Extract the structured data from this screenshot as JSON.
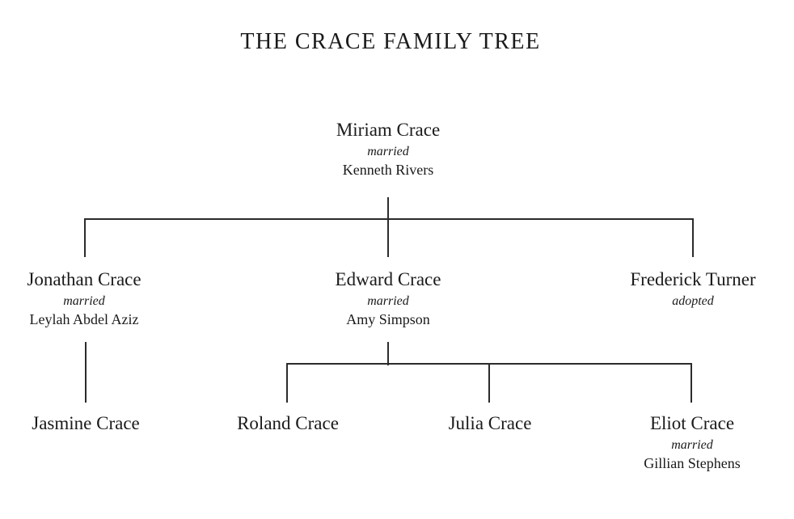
{
  "title": "THE CRACE FAMILY TREE",
  "nodes": {
    "miriam": {
      "name": "Miriam Crace",
      "relation": "married",
      "spouse": "Kenneth Rivers"
    },
    "jonathan": {
      "name": "Jonathan Crace",
      "relation": "married",
      "spouse": "Leylah Abdel Aziz"
    },
    "edward": {
      "name": "Edward Crace",
      "relation": "married",
      "spouse": "Amy Simpson"
    },
    "frederick": {
      "name": "Frederick Turner",
      "relation": "adopted"
    },
    "jasmine": {
      "name": "Jasmine Crace"
    },
    "roland": {
      "name": "Roland Crace"
    },
    "julia": {
      "name": "Julia Crace"
    },
    "eliot": {
      "name": "Eliot Crace",
      "relation": "married",
      "spouse": "Gillian Stephens"
    }
  },
  "colors": {
    "text": "#1a1a1a",
    "line": "#2b2b2b",
    "background": "#ffffff"
  }
}
